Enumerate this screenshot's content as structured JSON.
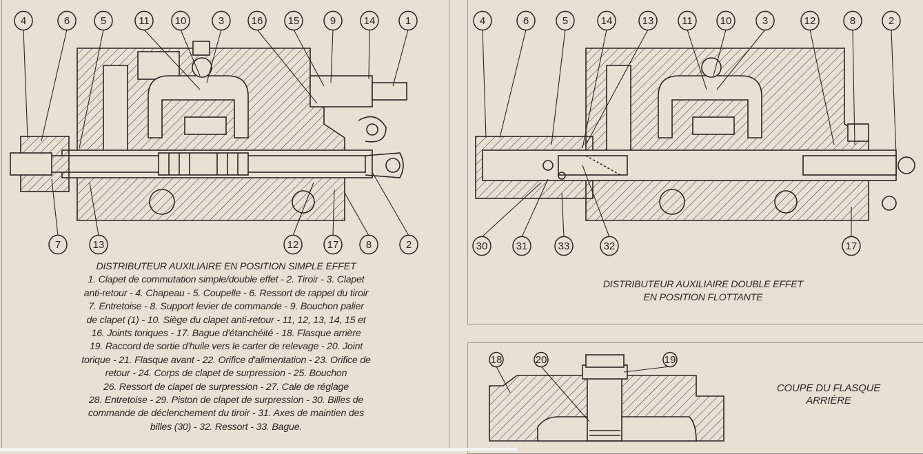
{
  "left_figure": {
    "title": "DISTRIBUTEUR AUXILIAIRE EN POSITION SIMPLE EFFET",
    "legend_lines": [
      "1. Clapet de commutation simple/double effet - 2. Tiroir - 3. Clapet",
      "anti-retour - 4. Chapeau - 5. Coupelle - 6. Ressort de rappel du tiroir",
      "7. Entretoise - 8. Support levier de commande - 9. Bouchon palier",
      "de clapet (1) - 10. Siège du clapet anti-retour - 11, 12, 13, 14, 15 et",
      "16. Joints toriques - 17. Bague d'étanchéité - 18. Flasque arrière",
      "19. Raccord de sortie d'huile vers le carter de relevage - 20. Joint",
      "torique - 21. Flasque avant - 22. Orifice d'alimentation - 23. Orifice de",
      "retour - 24. Corps de clapet de surpression - 25. Bouchon",
      "26. Ressort de clapet de surpression - 27. Cale de réglage",
      "28. Entretoise - 29. Piston de clapet de surpression - 30. Billes de",
      "commande de déclenchement du tiroir - 31. Axes de maintien des",
      "billes (30) - 32. Ressort - 33. Bague."
    ],
    "callouts_top": [
      "4",
      "6",
      "5",
      "11",
      "10",
      "3",
      "16",
      "15",
      "9",
      "14",
      "1"
    ],
    "callouts_bottom": [
      "7",
      "13",
      "12",
      "17",
      "8",
      "2"
    ]
  },
  "right_top_figure": {
    "title_line1": "DISTRIBUTEUR AUXILIAIRE DOUBLE EFFET",
    "title_line2": "EN POSITION FLOTTANTE",
    "callouts_top": [
      "4",
      "6",
      "5",
      "14",
      "13",
      "11",
      "10",
      "3",
      "12",
      "8",
      "2"
    ],
    "callouts_bottom": [
      "30",
      "31",
      "33",
      "32",
      "17"
    ]
  },
  "right_bottom_figure": {
    "title_line1": "COUPE DU FLASQUE",
    "title_line2": "ARRIÈRE",
    "callouts": [
      "18",
      "20",
      "19"
    ]
  },
  "colors": {
    "paper": "#e9e0d4",
    "ink": "#2a2522",
    "border": "#9b948d"
  }
}
